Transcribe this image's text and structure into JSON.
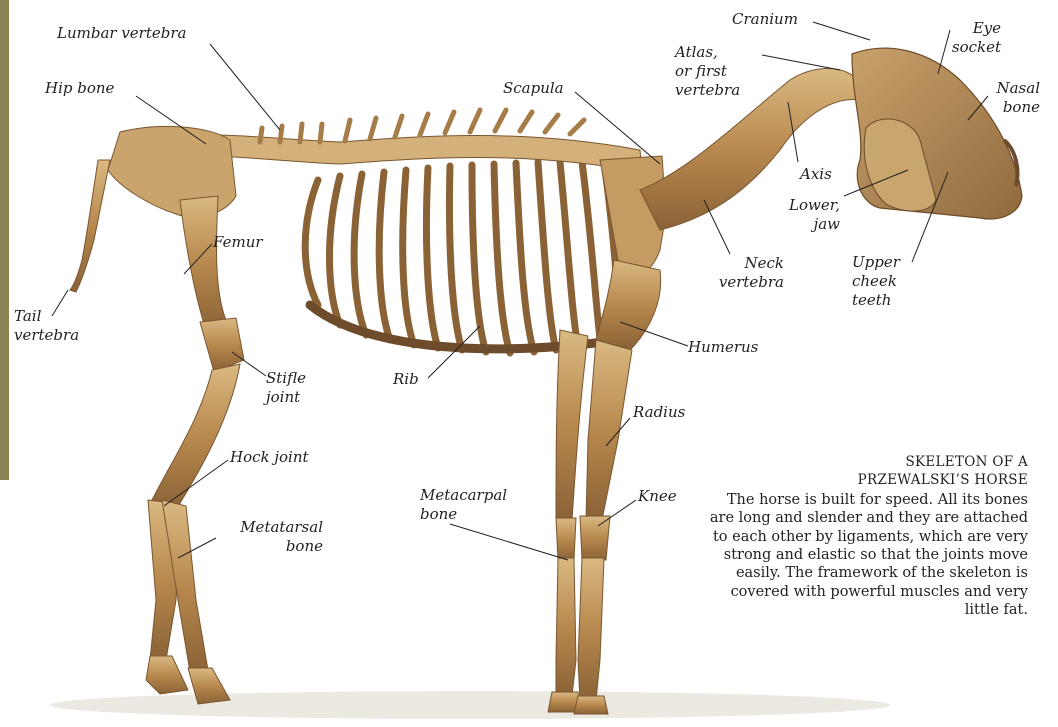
{
  "labels": {
    "lumbar_vertebra": "Lumbar vertebra",
    "hip_bone": "Hip bone",
    "cranium": "Cranium",
    "eye_socket": "Eye\nsocket",
    "atlas": "Atlas,\nor first\nvertebra",
    "scapula": "Scapula",
    "nasal_bone": "Nasal\nbone",
    "axis": "Axis",
    "lower_jaw": "Lower,\njaw",
    "femur": "Femur",
    "neck_vertebra": "Neck\nvertebra",
    "upper_cheek_teeth": "Upper\ncheek\nteeth",
    "tail_vertebra": "Tail\nvertebra",
    "humerus": "Humerus",
    "stifle_joint": "Stifle\njoint",
    "rib": "Rib",
    "radius": "Radius",
    "hock_joint": "Hock joint",
    "metatarsal_bone": "Metatarsal\nbone",
    "metacarpal_bone": "Metacarpal\nbone",
    "knee": "Knee"
  },
  "caption": {
    "title": "SKELETON OF A\nPRZEWALSKI’S HORSE",
    "body": "The horse is built for speed. All its bones are long and slender and they are attached to each other by ligaments, which are very strong and elastic so that the joints move easily. The framework of the skeleton is covered with powerful muscles and very little fat."
  },
  "colors": {
    "bone_light": "#d9b982",
    "bone_mid": "#b8894e",
    "bone_dark": "#7a5530",
    "strip": "#8a8252",
    "text": "#231f20"
  }
}
